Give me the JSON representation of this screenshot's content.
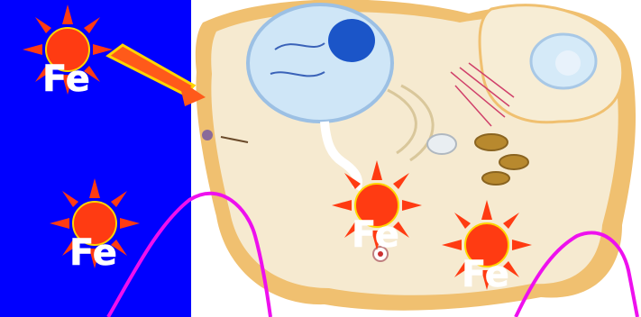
{
  "labels": {
    "fe_left_top": "Fe",
    "fe_left_bottom": "Fe",
    "fe_cell_middle": "Fe",
    "fe_cell_right": "Fe"
  },
  "colors": {
    "panel_background": "#0000ff",
    "iron_sun_core": "#ff3b12",
    "iron_sun_rays": "#ff3b12",
    "arrow": "#ff5a1a",
    "magenta_curves": "#ee10ee",
    "cell_body": "#f3e4b8",
    "cell_membrane": "#f0c070",
    "nucleus": "#cfe6f7",
    "nucleolus": "#1b55c8"
  },
  "icons": [
    "iron-sun-icon",
    "arrow-icon",
    "cell-illustration"
  ]
}
